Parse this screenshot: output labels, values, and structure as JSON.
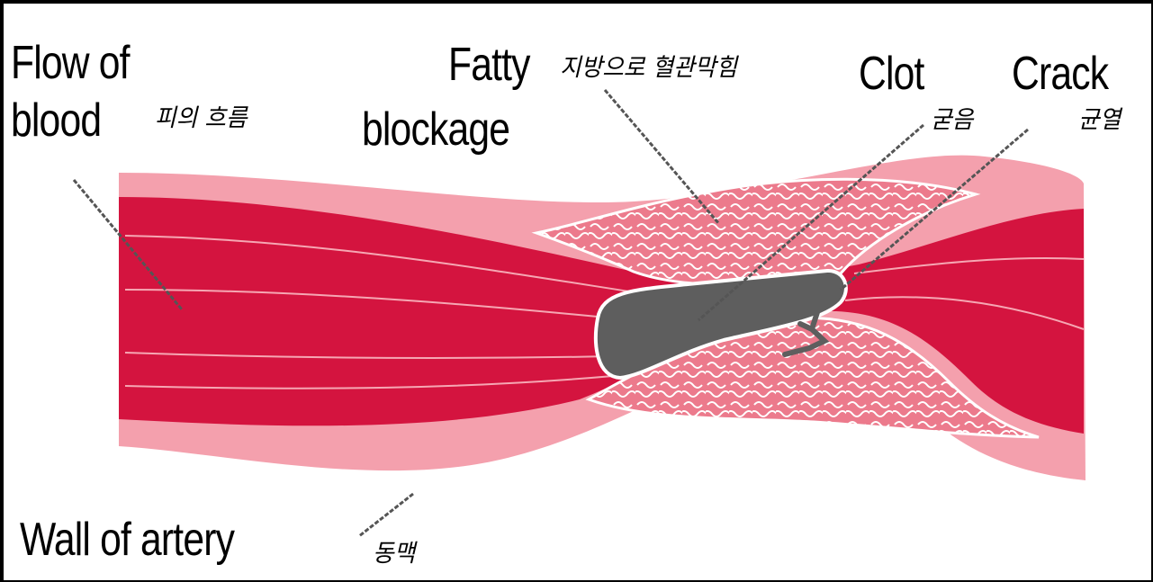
{
  "labels": {
    "flow_line1": "Flow of",
    "flow_line2": "blood",
    "flow_ko": "피의 흐름",
    "fatty_line1": "Fatty",
    "fatty_line2": "blockage",
    "fatty_ko": "지방으로 혈관막힘",
    "clot": "Clot",
    "clot_ko": "굳음",
    "crack": "Crack",
    "crack_ko": "균열",
    "wall": "Wall of artery",
    "wall_ko": "동맥"
  },
  "colors": {
    "blood": "#d4143f",
    "blood_dark": "#c20f38",
    "wall": "#f4a0ad",
    "wall_light": "#f8c4cc",
    "fatty": "#ec6f84",
    "clot": "#5e5e5e",
    "leader": "#555555"
  }
}
